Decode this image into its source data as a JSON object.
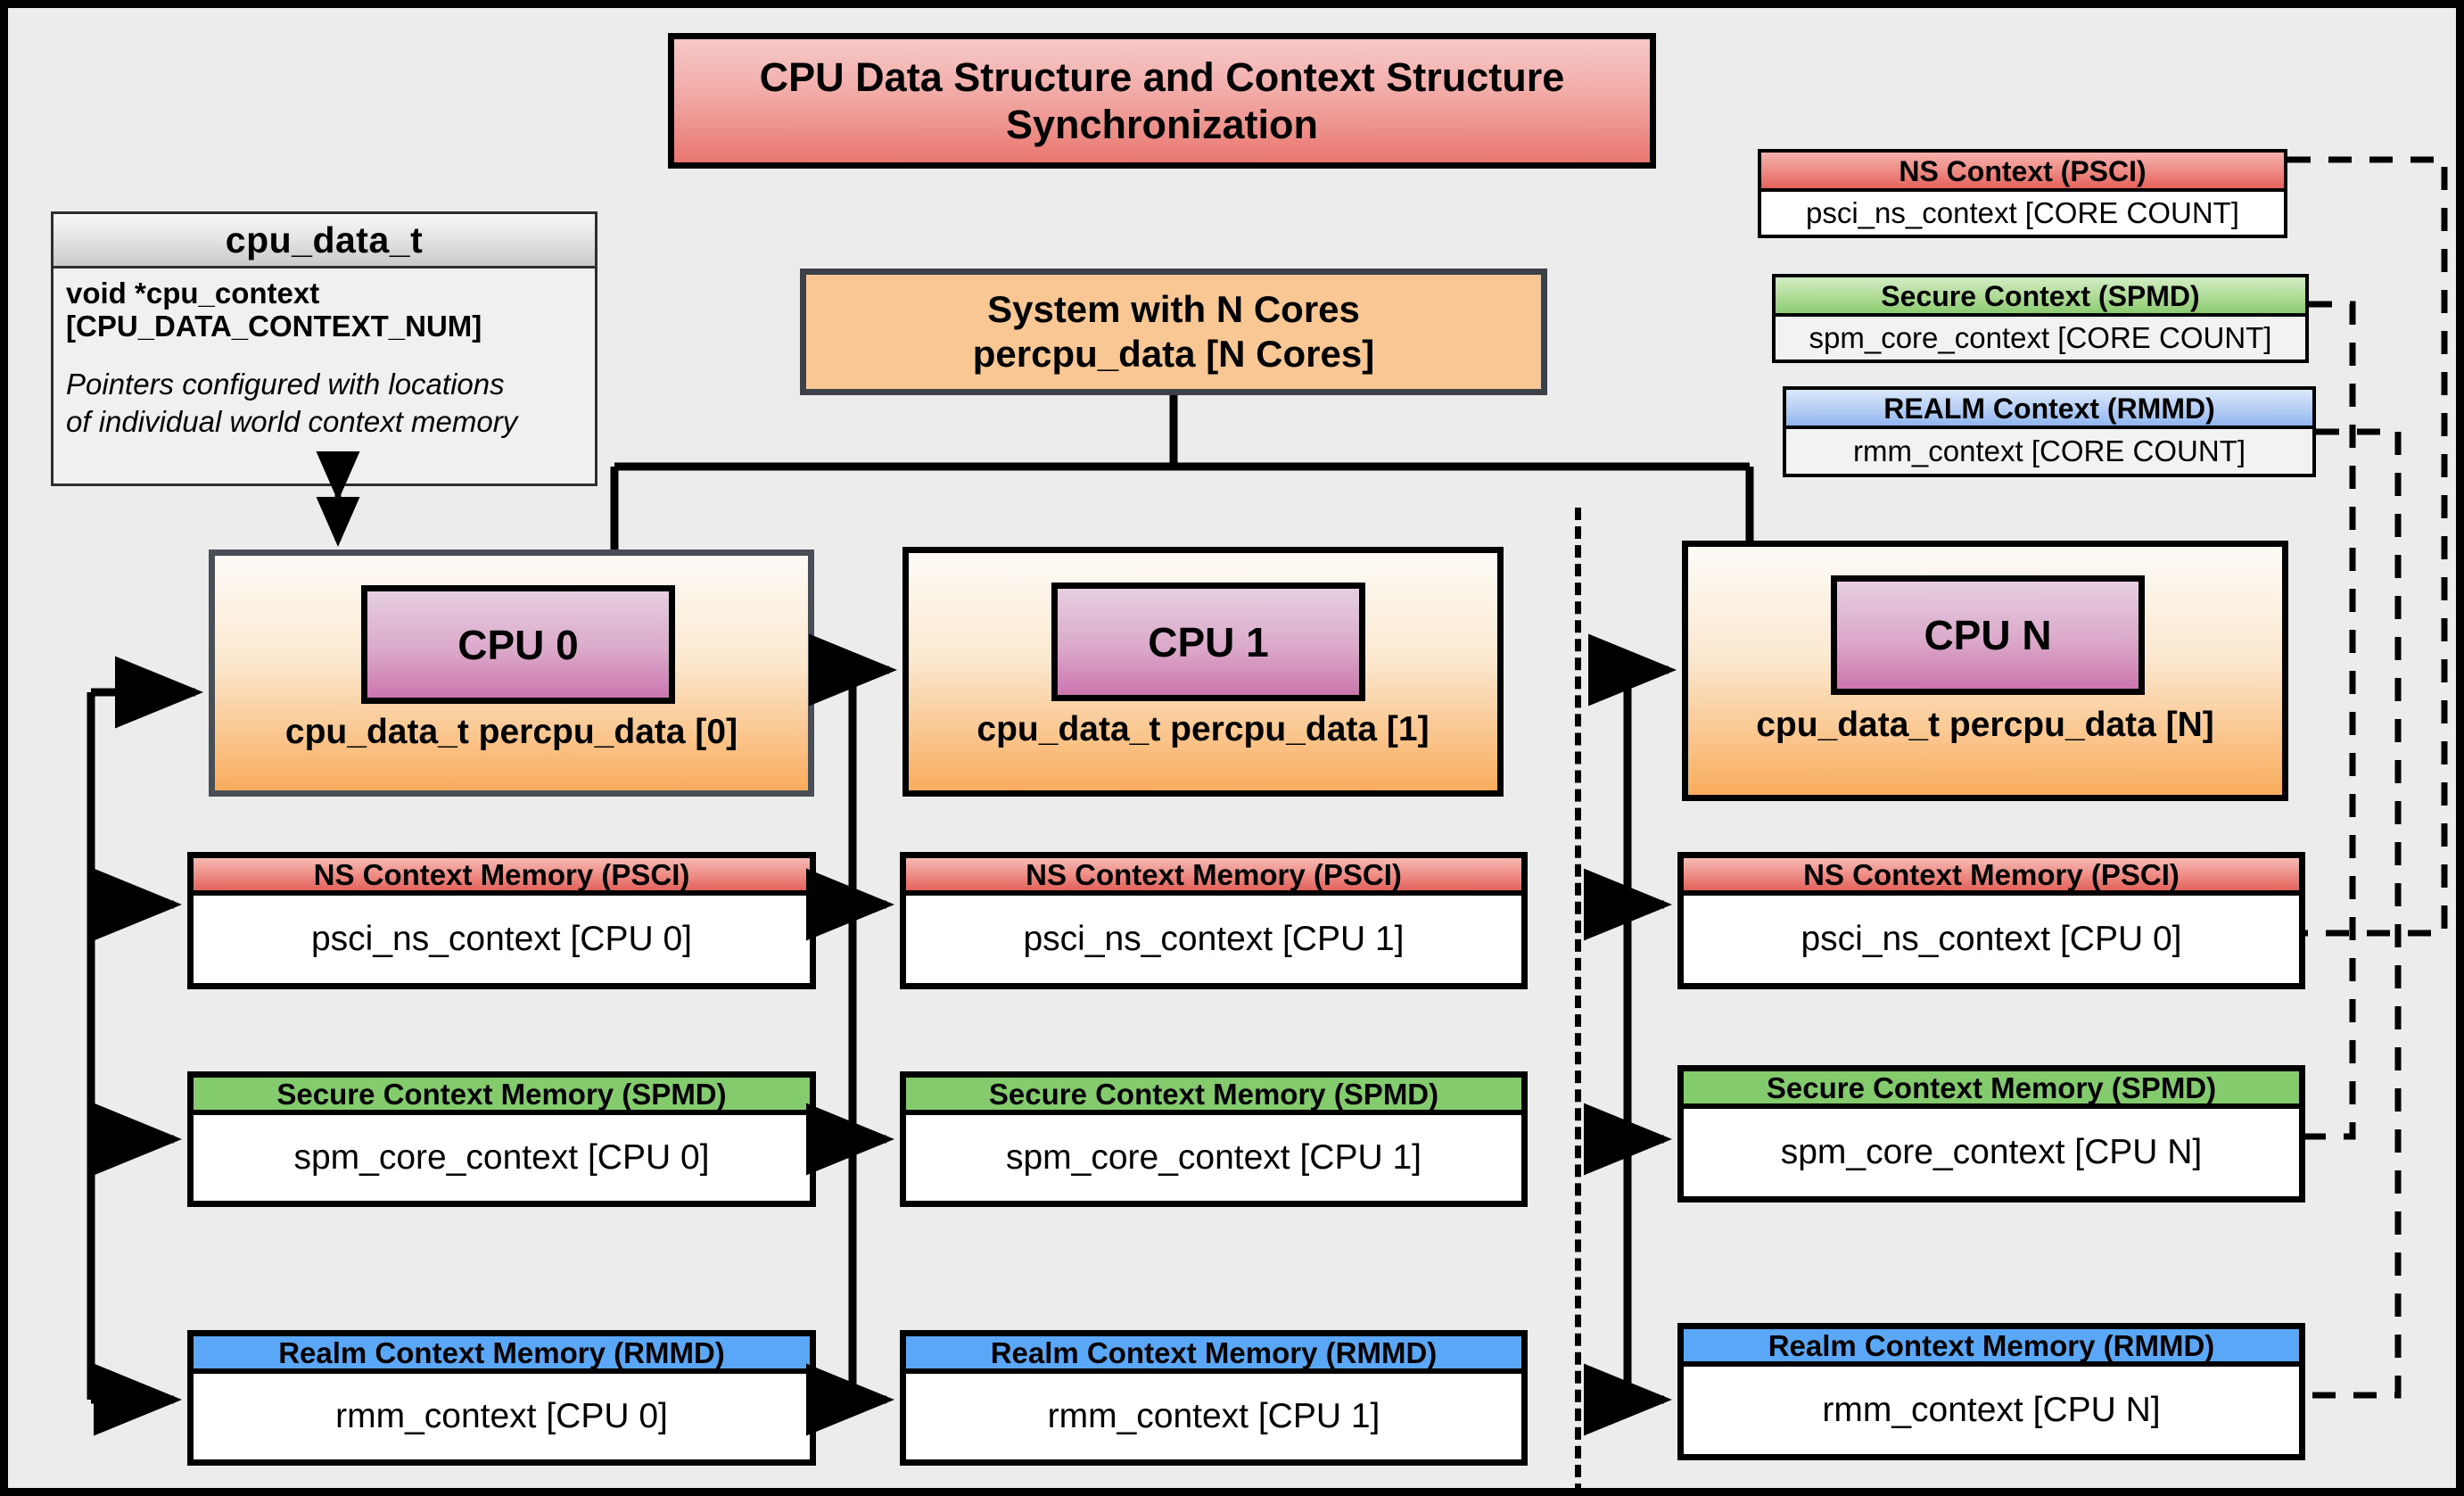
{
  "title": {
    "text": "CPU Data Structure and Context Structure Synchronization"
  },
  "struct": {
    "name": "cpu_data_t",
    "field": "void  *cpu_context [CPU_DATA_CONTEXT_NUM]",
    "field_line1": "void  *cpu_context",
    "field_line2": "[CPU_DATA_CONTEXT_NUM]",
    "note_line1": "Pointers configured with locations",
    "note_line2": "of individual world context memory"
  },
  "system": {
    "line1": "System with N Cores",
    "line2": "percpu_data [N Cores]"
  },
  "global_contexts": [
    {
      "header": "NS Context  (PSCI)",
      "body": "psci_ns_context [CORE COUNT]",
      "color": "#e5615b",
      "kind": "ns"
    },
    {
      "header": "Secure Context (SPMD)",
      "body": "spm_core_context [CORE COUNT]",
      "color": "#8ccb72",
      "kind": "secure"
    },
    {
      "header": "REALM Context (RMMD)",
      "body": "rmm_context [CORE COUNT]",
      "color": "#8fb6ee",
      "kind": "realm"
    }
  ],
  "cpus": [
    {
      "chip": "CPU 0",
      "caption": "cpu_data_t percpu_data [0]",
      "contexts": [
        {
          "header": "NS Context Memory (PSCI)",
          "body": "psci_ns_context [CPU 0]",
          "color": "#e2635c"
        },
        {
          "header": "Secure Context Memory (SPMD)",
          "body": "spm_core_context [CPU 0]",
          "color": "#84cb6e"
        },
        {
          "header": "Realm Context Memory (RMMD)",
          "body": "rmm_context [CPU 0]",
          "color": "#5ba7f7"
        }
      ]
    },
    {
      "chip": "CPU 1",
      "caption": "cpu_data_t percpu_data [1]",
      "contexts": [
        {
          "header": "NS Context Memory (PSCI)",
          "body": "psci_ns_context [CPU 1]",
          "color": "#e2635c"
        },
        {
          "header": "Secure Context Memory (SPMD)",
          "body": "spm_core_context [CPU 1]",
          "color": "#84cb6e"
        },
        {
          "header": "Realm Context Memory (RMMD)",
          "body": "rmm_context [CPU 1]",
          "color": "#5ba7f7"
        }
      ]
    },
    {
      "chip": "CPU N",
      "caption": "cpu_data_t percpu_data [N]",
      "contexts": [
        {
          "header": "NS Context Memory (PSCI)",
          "body": "psci_ns_context [CPU 0]",
          "color": "#e2635c"
        },
        {
          "header": "Secure Context Memory (SPMD)",
          "body": "spm_core_context [CPU N]",
          "color": "#84cb6e"
        },
        {
          "header": "Realm Context Memory (RMMD)",
          "body": "rmm_context [CPU N]",
          "color": "#5ba7f7"
        }
      ]
    }
  ],
  "colors": {
    "background": "#ececec",
    "border": "#000000",
    "cpu_fill_top": "#fdfbf7",
    "cpu_fill_bottom": "#f9ac5d",
    "chip_fill": "#cc76ae",
    "system_fill": "#f8c794",
    "title_fill": "#e8776f"
  }
}
